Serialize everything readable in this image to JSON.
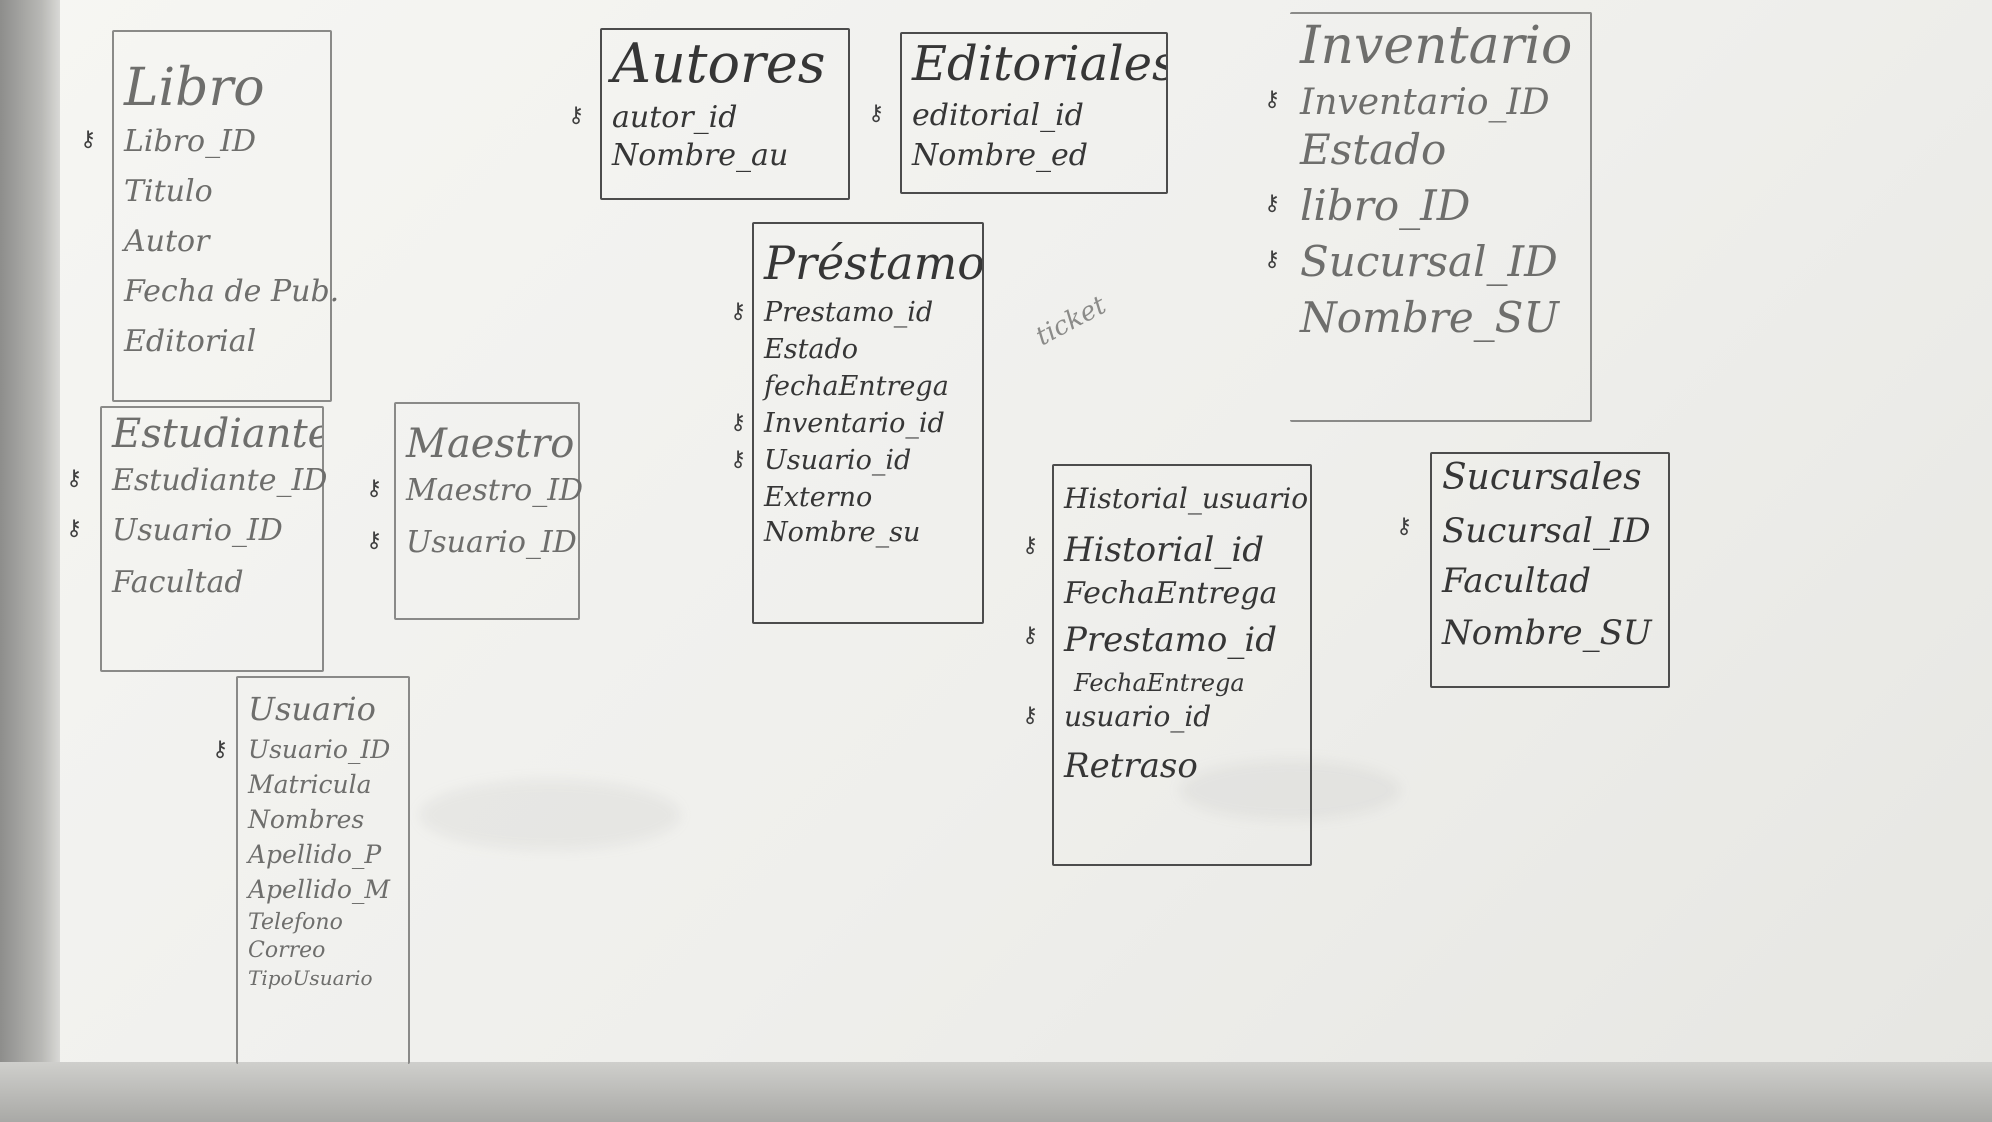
{
  "entities": {
    "libro": {
      "title": "Libro",
      "fields": [
        "Libro_ID",
        "Titulo",
        "Autor",
        "Fecha de Pub.",
        "Editorial"
      ]
    },
    "autores": {
      "title": "Autores",
      "fields": [
        "autor_id",
        "Nombre_au"
      ]
    },
    "editoriales": {
      "title": "Editoriales",
      "fields": [
        "editorial_id",
        "Nombre_ed"
      ]
    },
    "inventario": {
      "title": "Inventario",
      "fields": [
        "Inventario_ID",
        "Estado",
        "libro_ID",
        "Sucursal_ID",
        "Nombre_SU"
      ]
    },
    "prestamo": {
      "title": "Préstamo",
      "fields": [
        "Prestamo_id",
        "Estado",
        "fechaEntrega",
        "Inventario_id",
        "Usuario_id",
        "Externo",
        "Nombre_su"
      ]
    },
    "estudiante": {
      "title": "Estudiante",
      "fields": [
        "Estudiante_ID",
        "Usuario_ID",
        "Facultad"
      ]
    },
    "maestro": {
      "title": "Maestro",
      "fields": [
        "Maestro_ID",
        "Usuario_ID"
      ]
    },
    "historial": {
      "title": "Historial_usuario",
      "fields": [
        "Historial_id",
        "FechaEntrega",
        "Prestamo_id",
        "FechaEntrega",
        "usuario_id",
        "Retraso"
      ]
    },
    "sucursales": {
      "title": "Sucursales",
      "fields": [
        "Sucursal_ID",
        "Facultad",
        "Nombre_SU"
      ]
    },
    "usuario": {
      "title": "Usuario",
      "fields": [
        "Usuario_ID",
        "Matricula",
        "Nombres",
        "Apellido_P",
        "Apellido_M",
        "Telefono",
        "Correo",
        "TipoUsuario"
      ]
    }
  },
  "annotations": {
    "ticket_note": "ticket"
  },
  "icons": {
    "primary_key": "key-icon",
    "foreign_key": "key-icon"
  },
  "colors": {
    "board": "#f2f2ef",
    "marker": "#3a3a3a",
    "faded_marker": "#8a8a88"
  }
}
